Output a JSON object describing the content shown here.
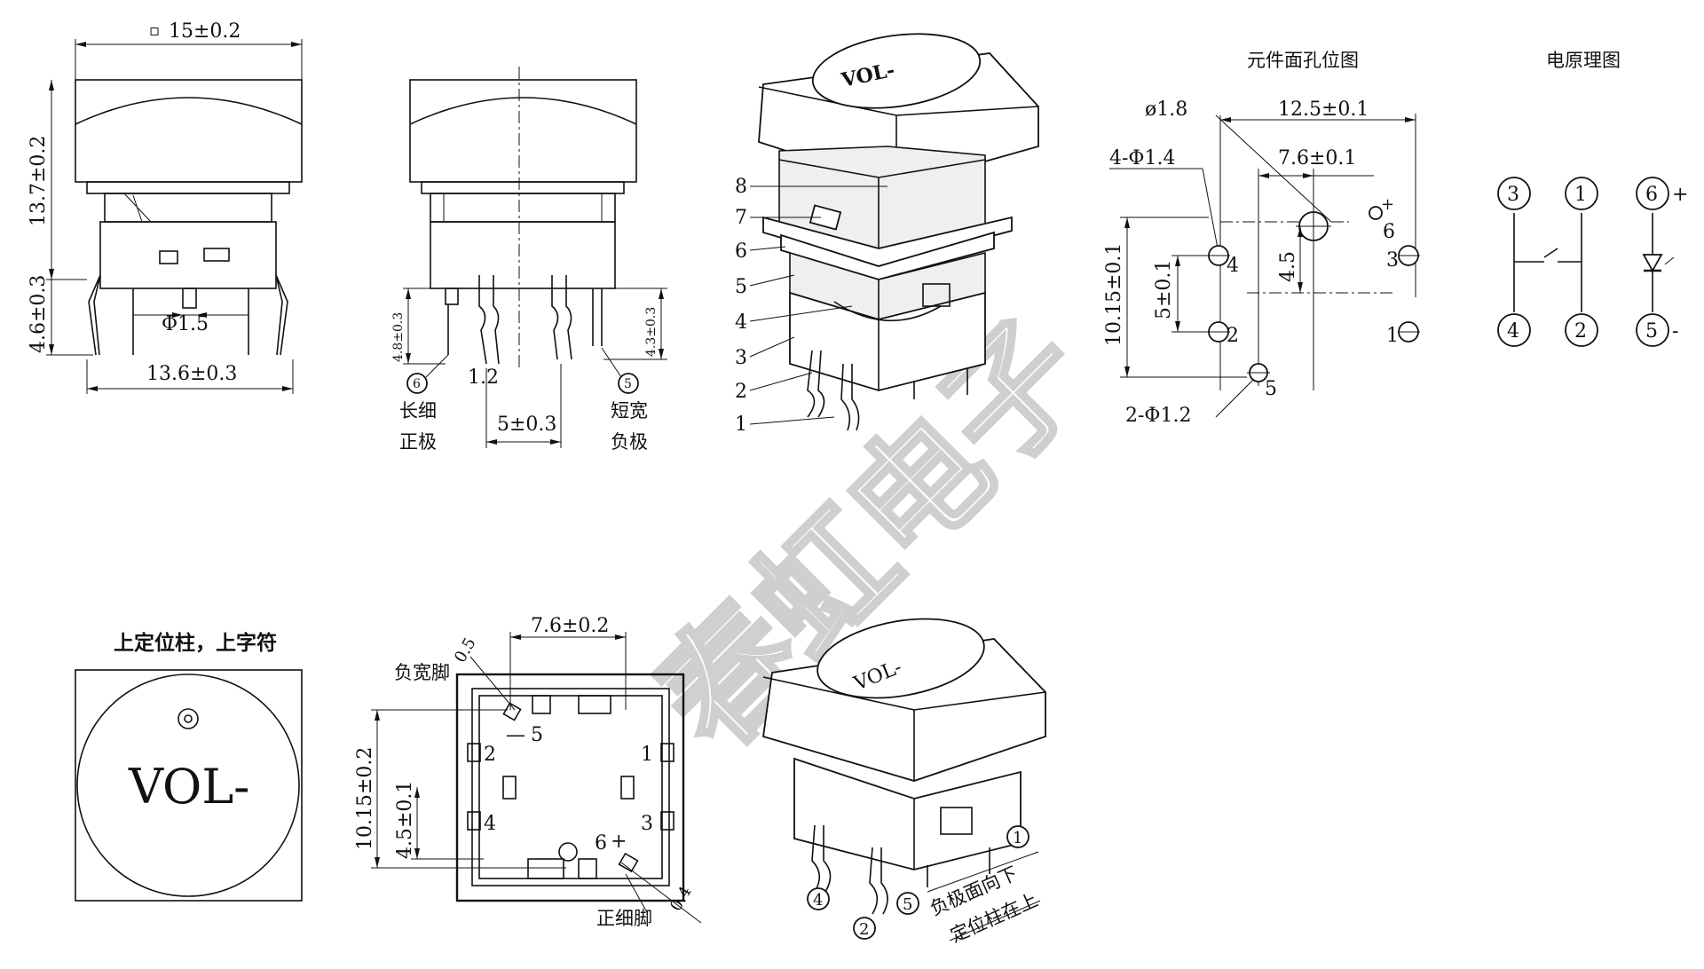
{
  "watermark": "春虹电子",
  "side_view": {
    "top_dim": "15±0.2",
    "height_dim": "13.7±0.2",
    "pin_len_dim": "4.6±0.3",
    "dia_dim": "Φ1.5",
    "bottom_dim": "13.6±0.3"
  },
  "front_view": {
    "left_pin_dim": "4.8±0.3",
    "right_pin_dim": "4.3±0.3",
    "pin_w_dim": "1.2",
    "pitch_dim": "5±0.3",
    "pin6_num": "6",
    "pin6_line1": "长细",
    "pin6_line2": "正极",
    "pin5_num": "5",
    "pin5_line1": "短宽",
    "pin5_line2": "负极"
  },
  "exploded_view": {
    "cap_text": "VOL-",
    "part_numbers": [
      "8",
      "7",
      "6",
      "5",
      "4",
      "3",
      "2",
      "1"
    ]
  },
  "hole_layout": {
    "title": "元件面孔位图",
    "d18": "ø1.8",
    "span_dim": "12.5±0.1",
    "holes4": "4-Φ1.4",
    "center_dim": "7.6±0.1",
    "h45": "4.5",
    "v1015": "10.15±0.1",
    "v5": "5±0.1",
    "holes2": "2-Φ1.2",
    "pins": [
      "1",
      "2",
      "3",
      "4",
      "5",
      "6"
    ],
    "plus": "+"
  },
  "schematic": {
    "title": "电原理图",
    "nodes": [
      "3",
      "1",
      "6",
      "4",
      "2",
      "5"
    ],
    "plus": "+",
    "minus": "-"
  },
  "top_view": {
    "title": "上定位柱，上字符",
    "text": "VOL-"
  },
  "bottom_view": {
    "w_dim": "7.6±0.2",
    "d05": "0.5",
    "wide_pin": "负宽脚",
    "h_dim": "10.15±0.2",
    "h2_dim": "4.5±0.1",
    "d04": "0.4",
    "thin_pin": "正细脚",
    "pin_labels": [
      "5",
      "2",
      "1",
      "4",
      "3",
      "6"
    ],
    "minus": "—",
    "plus": "+"
  },
  "iso_view": {
    "cap_text": "VOL-",
    "note_line1": "负极面向下",
    "note_line2": "定位柱在上",
    "pins": [
      "1",
      "4",
      "2",
      "5"
    ]
  }
}
